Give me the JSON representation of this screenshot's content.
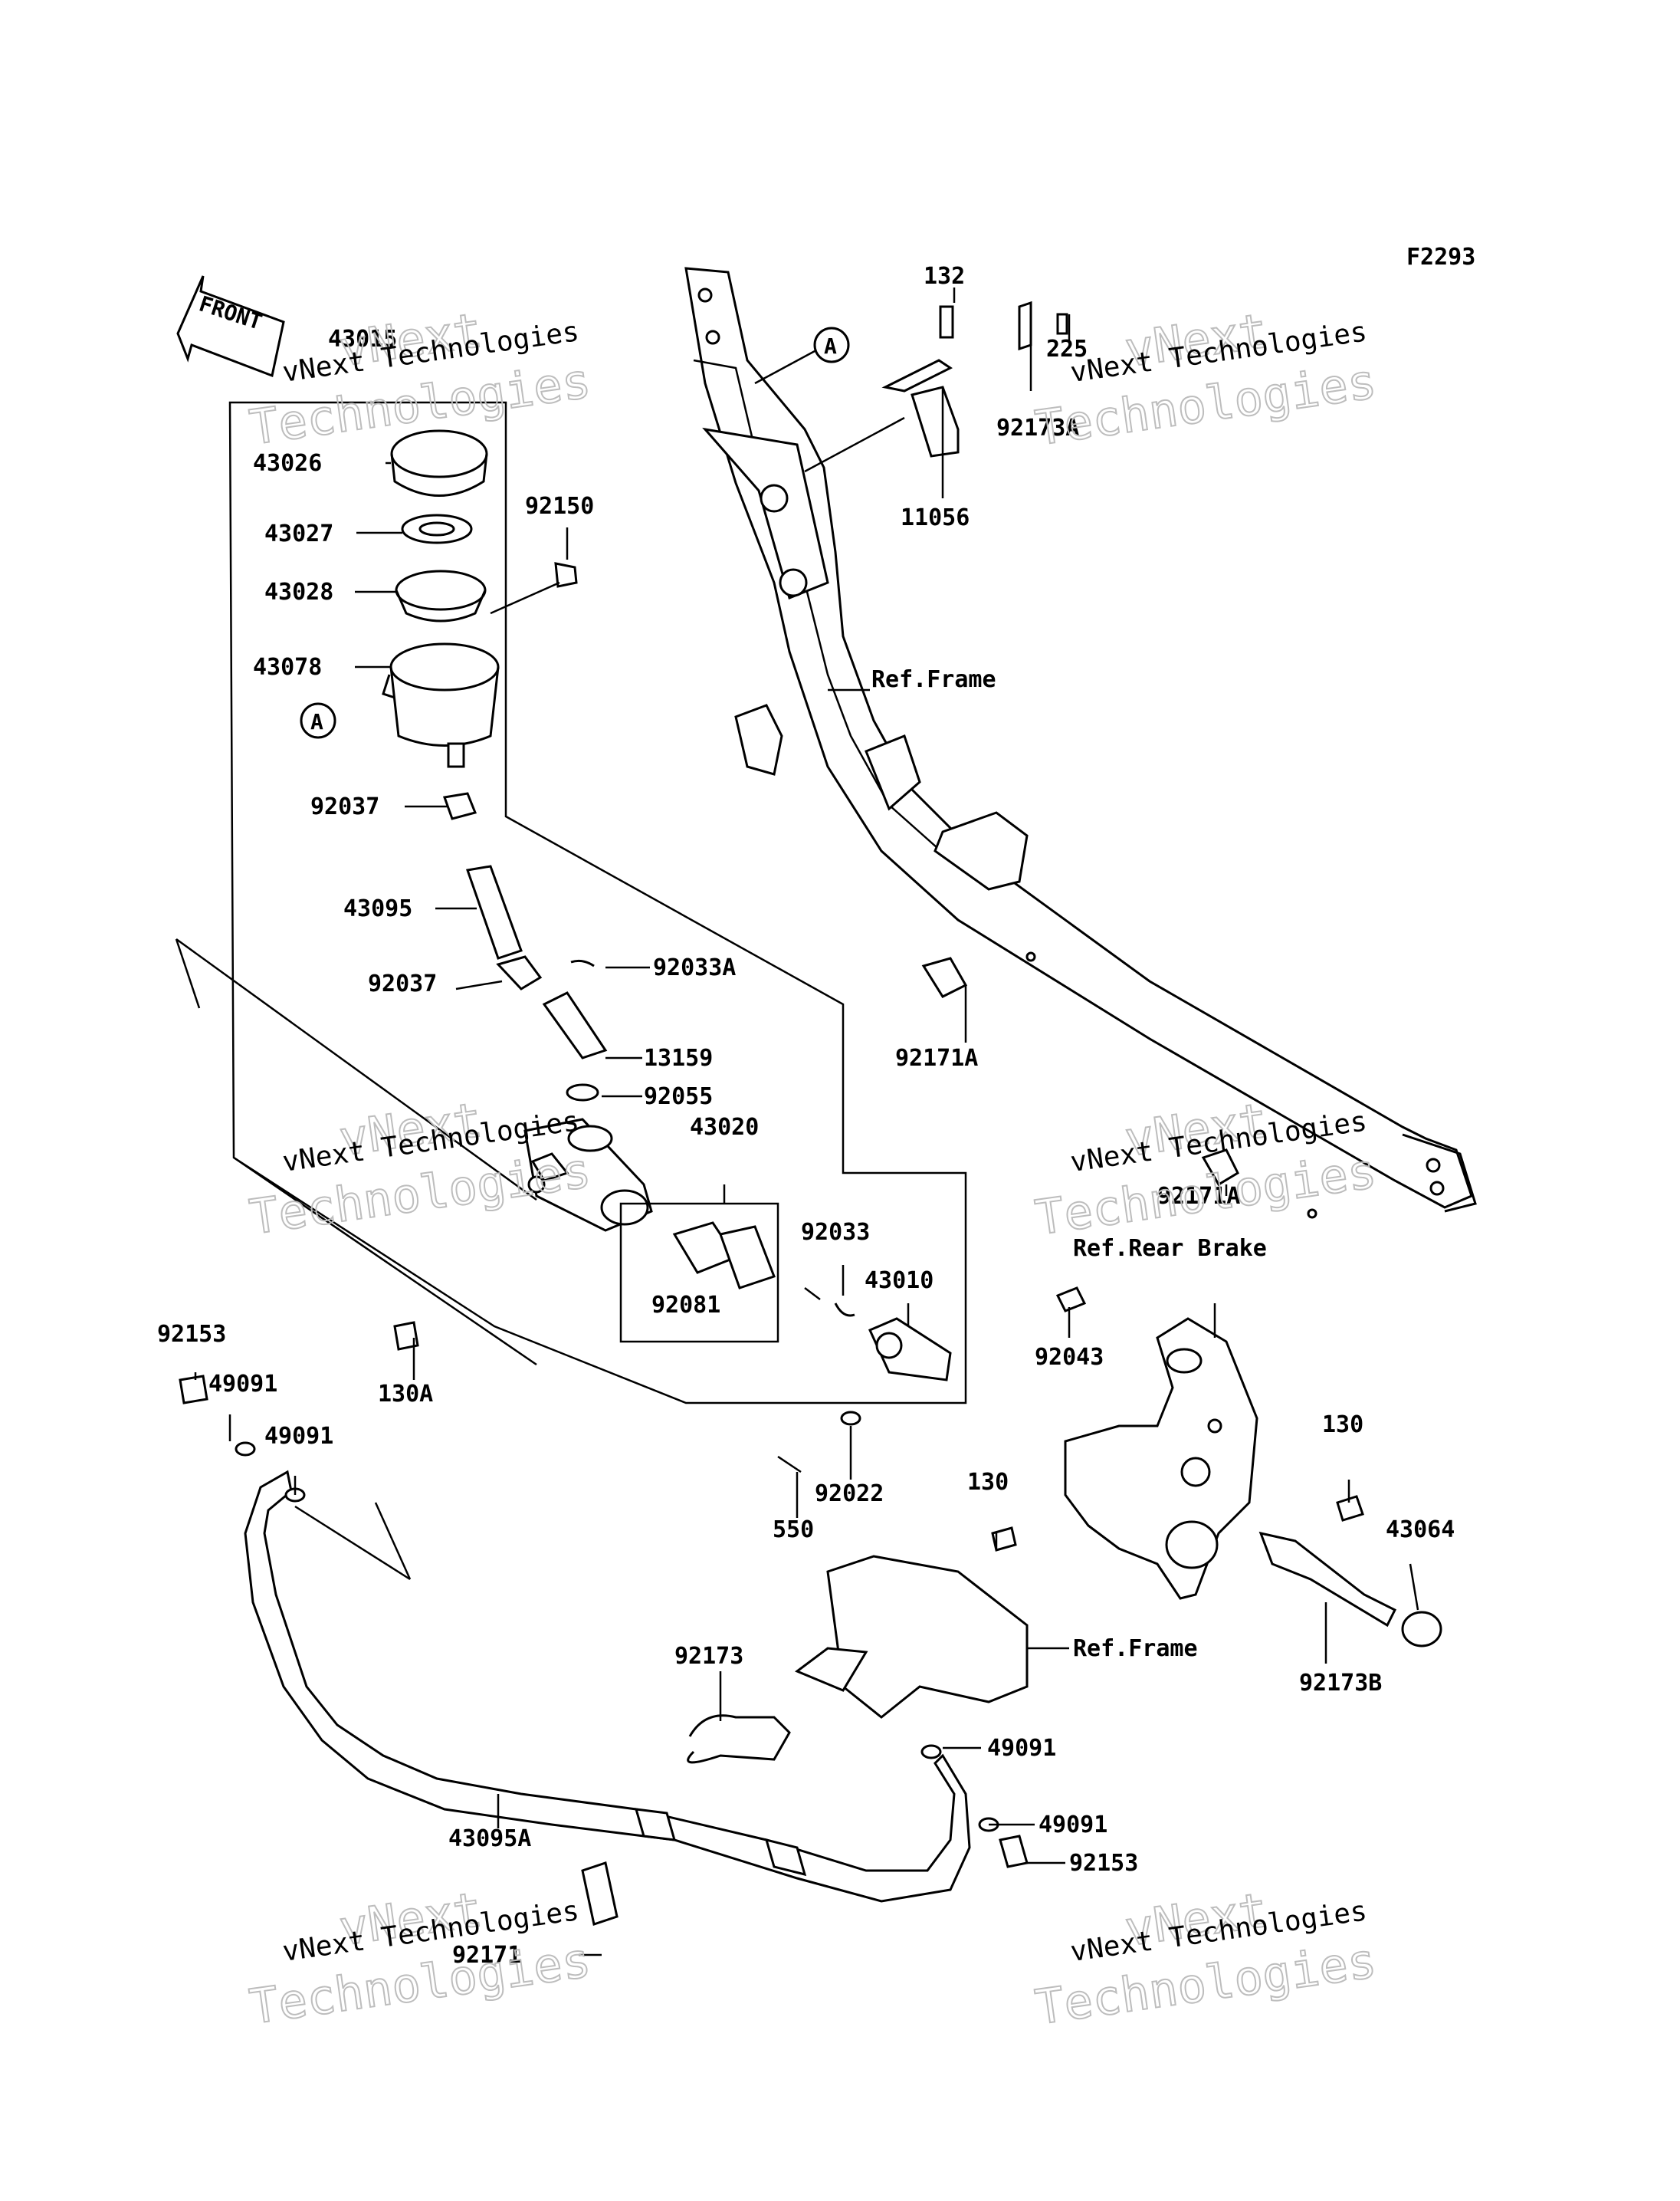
{
  "figure_code": "F2293",
  "front_arrow": "FRONT",
  "watermark": {
    "line1": "vNext Technologies",
    "line2": "Technologies",
    "line3": "vNext"
  },
  "callout_a": "A",
  "labels": {
    "p43015": "43015",
    "p43026": "43026",
    "p43027": "43027",
    "p43028": "43028",
    "p43078": "43078",
    "p92150": "92150",
    "p92037a": "92037",
    "p43095": "43095",
    "p92037b": "92037",
    "p92033A": "92033A",
    "p13159": "13159",
    "p92055": "92055",
    "p43020": "43020",
    "p92033": "92033",
    "p92081": "92081",
    "p43010": "43010",
    "p130A": "130A",
    "p92043": "92043",
    "p92022": "92022",
    "p550": "550",
    "p92153a": "92153",
    "p49091a": "49091",
    "p49091b": "49091",
    "p43095A": "43095A",
    "p92171": "92171",
    "p92173": "92173",
    "p130b": "130",
    "p49091c": "49091",
    "p49091d": "49091",
    "p92153b": "92153",
    "p130c": "130",
    "p43064": "43064",
    "p92173B": "92173B",
    "p132": "132",
    "p225": "225",
    "p92173A": "92173A",
    "p11056": "11056",
    "p92171A_a": "92171A",
    "p92171A_b": "92171A",
    "ref_frame_a": "Ref.Frame",
    "ref_frame_b": "Ref.Frame",
    "ref_rear_brake": "Ref.Rear Brake"
  }
}
